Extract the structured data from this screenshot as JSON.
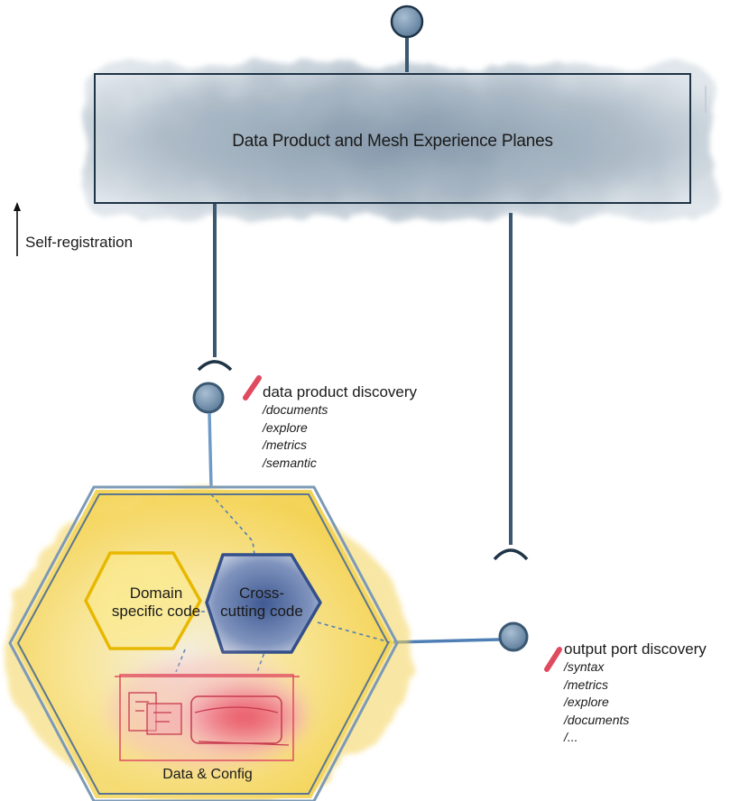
{
  "diagram": {
    "plane": {
      "title": "Data Product and Mesh Experience Planes"
    },
    "self_registration": {
      "label": "Self-registration"
    },
    "data_product_discovery": {
      "title": "data product discovery",
      "paths": [
        "/documents",
        "/explore",
        "/metrics",
        "/semantic"
      ]
    },
    "output_port_discovery": {
      "title": "output port discovery",
      "paths": [
        "/syntax",
        "/metrics",
        "/explore",
        "/documents",
        "/..."
      ]
    },
    "data_product": {
      "domain_code_label": "Domain specific code",
      "cross_cutting_label": "Cross-cutting code",
      "data_config_label": "Data & Config"
    },
    "colors": {
      "frame": "#5a7690",
      "plane_fill": "#b9c6d1",
      "hex_fill": "#f6d768",
      "domain_border": "#e8b800",
      "cross_fill": "#5d74a6",
      "accent_red": "#e04a5f"
    }
  }
}
